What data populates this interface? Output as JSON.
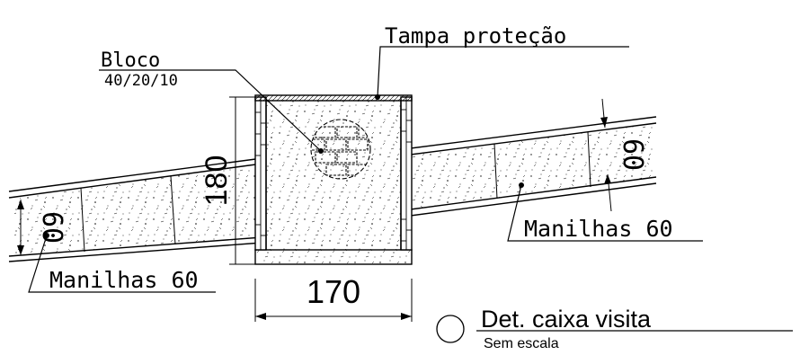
{
  "labels": {
    "tampa": "Tampa proteção",
    "bloco": "Bloco",
    "bloco_size": "40/20/10",
    "manilhas_left": "Manilhas 60",
    "manilhas_right": "Manilhas 60"
  },
  "dimensions": {
    "height": "180",
    "width": "170",
    "pipe_left": "60",
    "pipe_right": "60"
  },
  "title": {
    "main": "Det. caixa visita",
    "scale": "Sem escala"
  }
}
